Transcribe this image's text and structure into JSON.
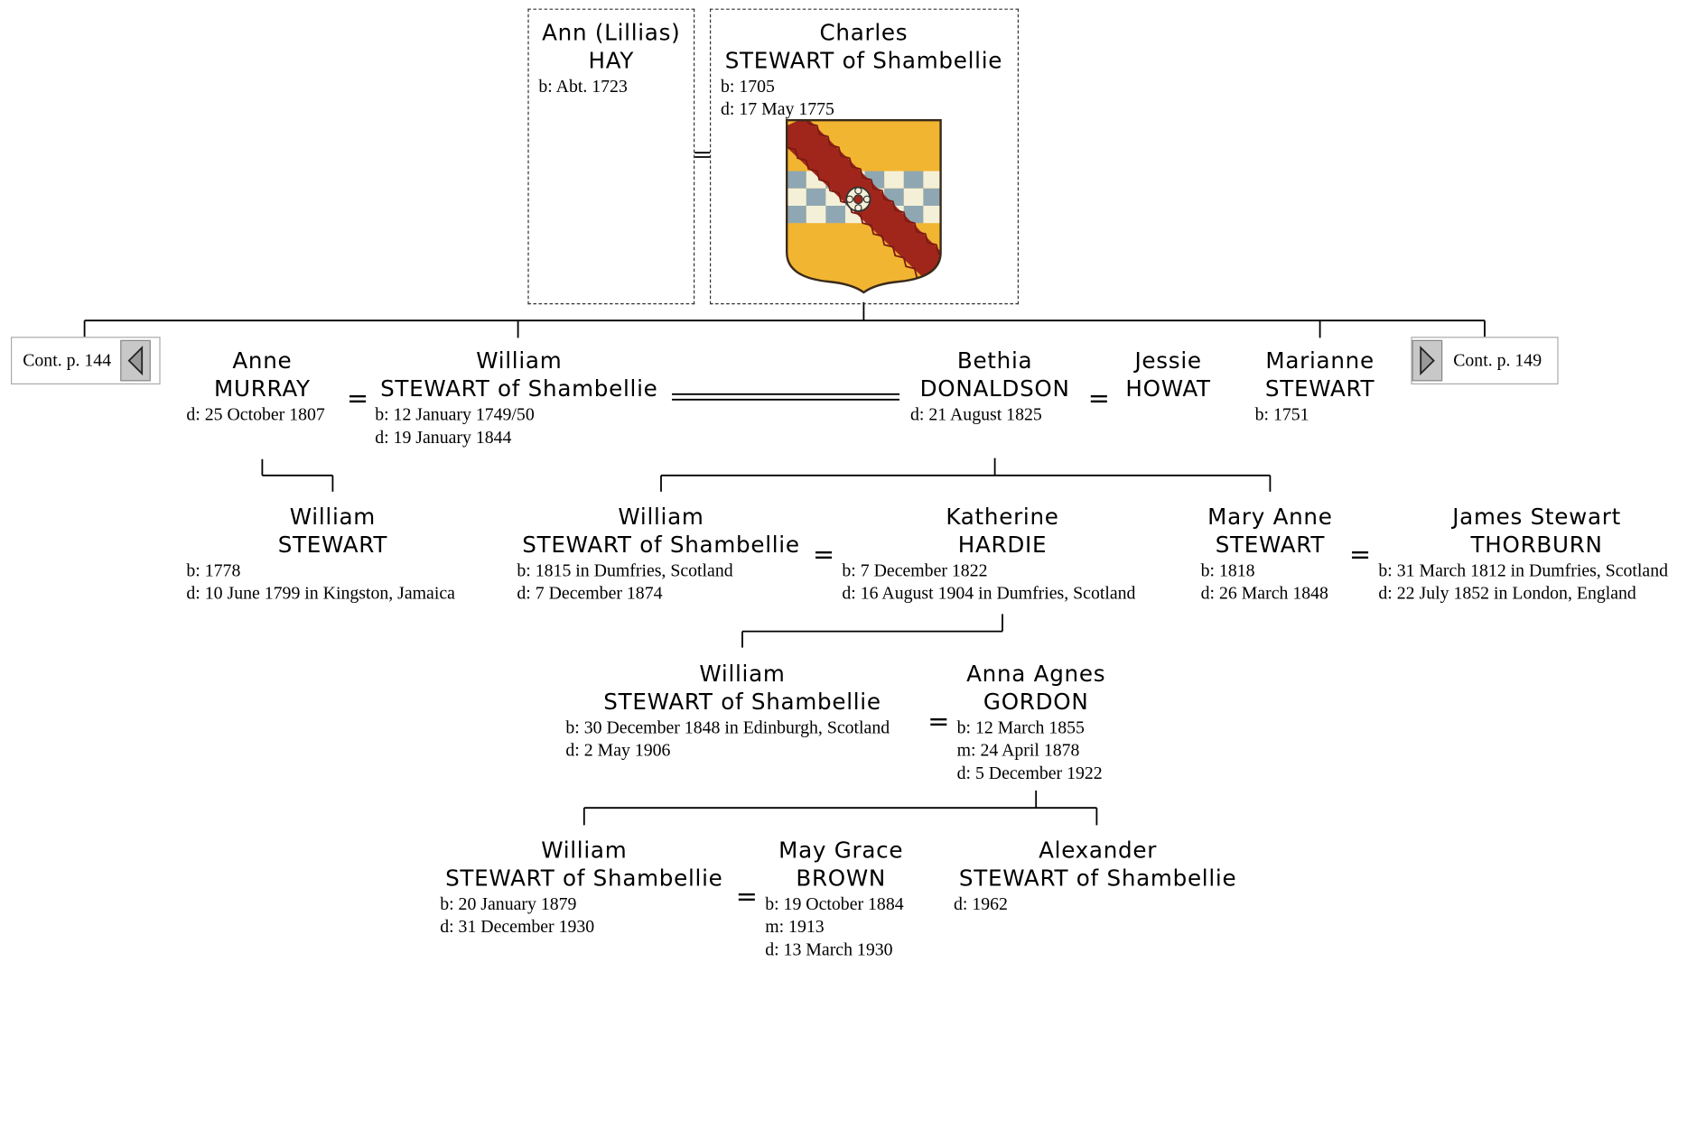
{
  "people": {
    "ann_hay": {
      "first": "Ann (Lillias)",
      "last": "HAY",
      "facts": [
        "b: Abt. 1723"
      ]
    },
    "charles": {
      "first": "Charles",
      "last": "STEWART of Shambellie",
      "facts": [
        "b: 1705",
        "d: 17 May 1775"
      ]
    },
    "anne_murray": {
      "first": "Anne",
      "last": "MURRAY",
      "facts": [
        "d: 25 October 1807"
      ]
    },
    "william_1749": {
      "first": "William",
      "last": "STEWART of Shambellie",
      "facts": [
        "b: 12 January 1749/50",
        "d: 19 January 1844"
      ]
    },
    "bethia": {
      "first": "Bethia",
      "last": "DONALDSON",
      "facts": [
        "d: 21 August 1825"
      ]
    },
    "jessie": {
      "first": "Jessie",
      "last": "HOWAT",
      "facts": []
    },
    "marianne": {
      "first": "Marianne",
      "last": "STEWART",
      "facts": [
        "b: 1751"
      ]
    },
    "william_1778": {
      "first": "William",
      "last": "STEWART",
      "facts": [
        "b: 1778",
        "d: 10 June 1799 in Kingston, Jamaica"
      ]
    },
    "william_1815": {
      "first": "William",
      "last": "STEWART of Shambellie",
      "facts": [
        "b: 1815 in Dumfries, Scotland",
        "d: 7 December 1874"
      ]
    },
    "katherine": {
      "first": "Katherine",
      "last": "HARDIE",
      "facts": [
        "b: 7 December 1822",
        "d: 16 August 1904 in Dumfries, Scotland"
      ]
    },
    "mary_anne": {
      "first": "Mary Anne",
      "last": "STEWART",
      "facts": [
        "b: 1818",
        "d: 26 March 1848"
      ]
    },
    "james": {
      "first": "James Stewart",
      "last": "THORBURN",
      "facts": [
        "b: 31 March 1812 in Dumfries, Scotland",
        "d: 22 July 1852 in London, England"
      ]
    },
    "william_1848": {
      "first": "William",
      "last": "STEWART of Shambellie",
      "facts": [
        "b: 30 December 1848 in Edinburgh, Scotland",
        "d: 2 May 1906"
      ]
    },
    "anna_agnes": {
      "first": "Anna Agnes",
      "last": "GORDON",
      "facts": [
        "b: 12 March 1855",
        "m: 24 April 1878",
        "d: 5 December 1922"
      ]
    },
    "william_1879": {
      "first": "William",
      "last": "STEWART of Shambellie",
      "facts": [
        "b: 20 January 1879",
        "d: 31 December 1930"
      ]
    },
    "may_grace": {
      "first": "May Grace",
      "last": "BROWN",
      "facts": [
        "b: 19 October 1884",
        "m: 1913",
        "d: 13 March 1930"
      ]
    },
    "alexander": {
      "first": "Alexander",
      "last": "STEWART of Shambellie",
      "facts": [
        "d: 1962"
      ]
    }
  },
  "marriage_symbol": "=",
  "nav": {
    "prev_label": "Cont. p. 144",
    "next_label": "Cont. p. 149",
    "prev_icon": "triangle-left-icon",
    "next_icon": "triangle-right-icon"
  },
  "colors": {
    "line": "#000000",
    "shield_gold": "#f2b531",
    "bend_red": "#a0261c",
    "check_blue": "#8fa7b3",
    "check_light": "#f4f0d8"
  },
  "coat_of_arms_icon": "coat-of-arms-icon"
}
